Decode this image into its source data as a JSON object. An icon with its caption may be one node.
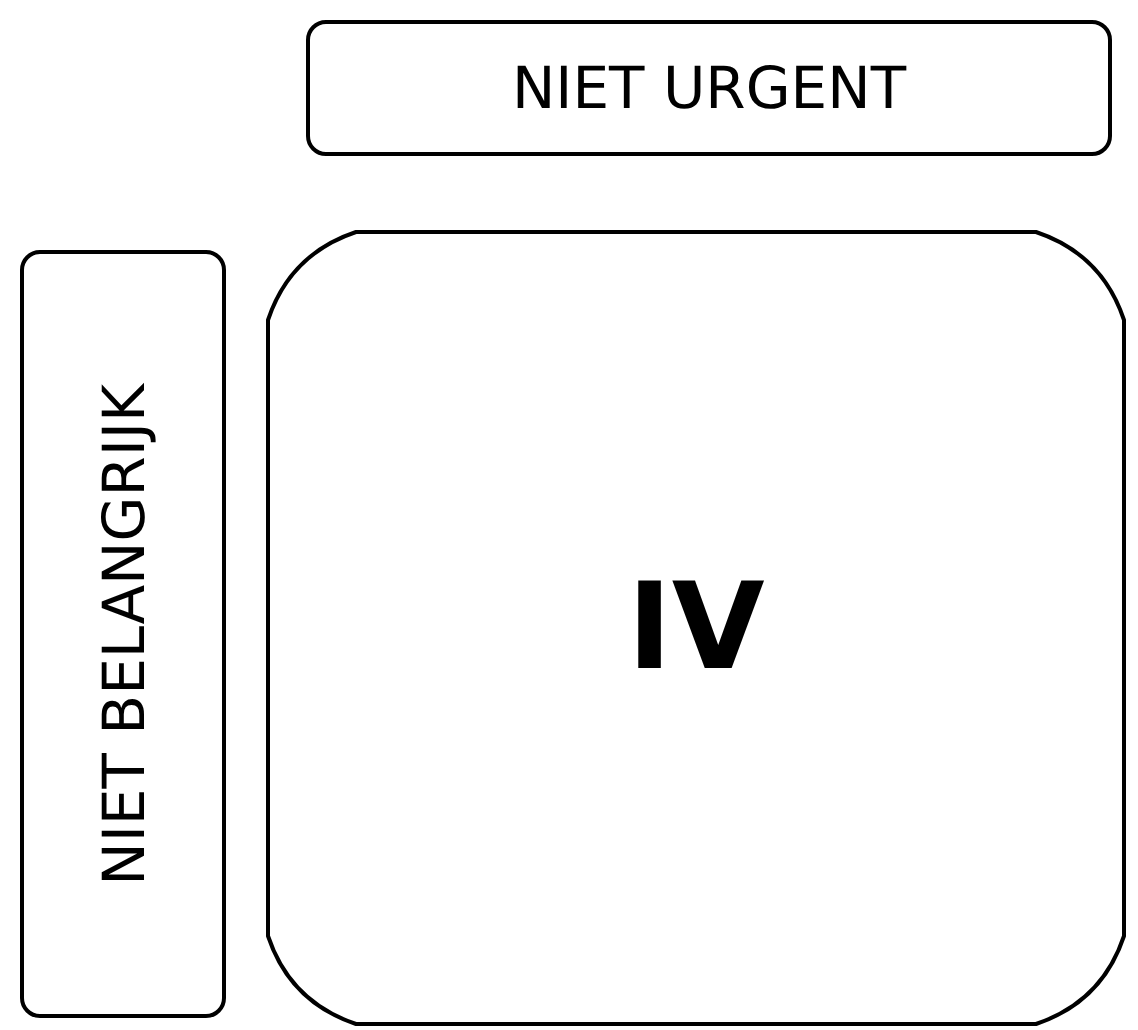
{
  "diagram": {
    "nodes": [
      {
        "text": [
          "NIET URGENT"
        ]
      },
      {
        "text": [
          "NIET BELANGRIJK"
        ]
      },
      {
        "text": [
          "IV"
        ]
      }
    ]
  }
}
